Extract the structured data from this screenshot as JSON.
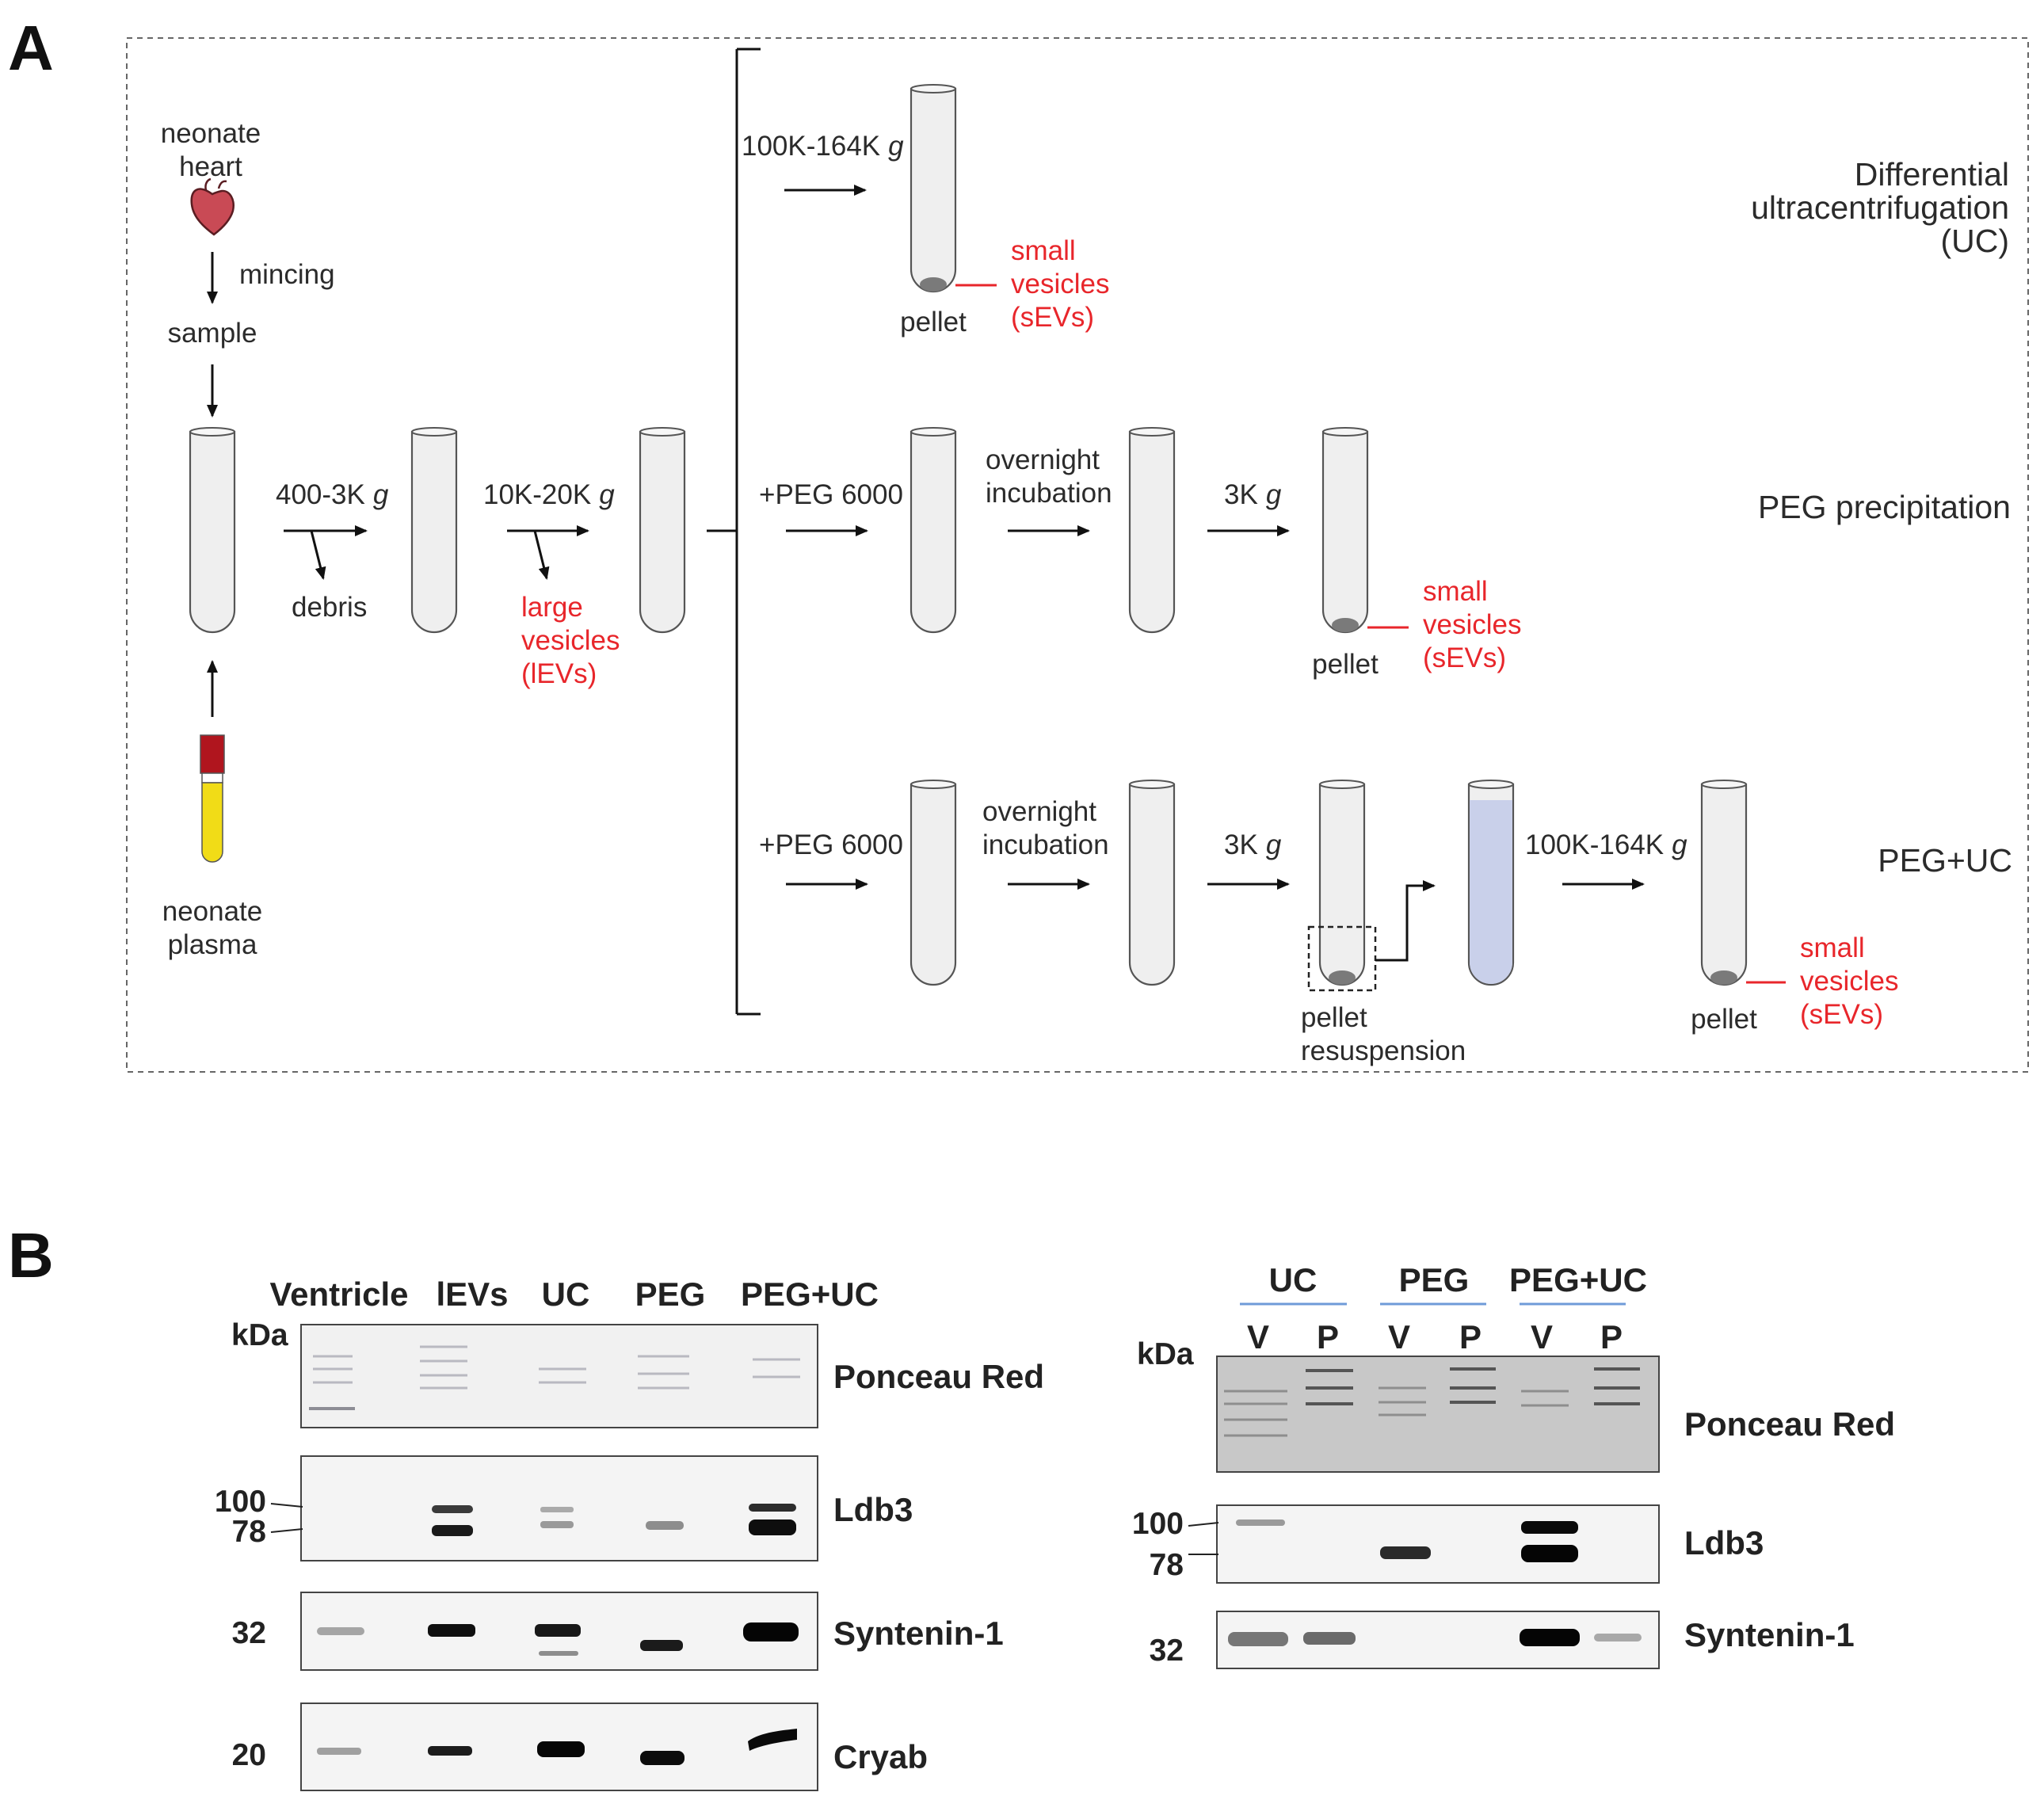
{
  "panels": {
    "a": "A",
    "b": "B"
  },
  "workflow": {
    "heart": "neonate\nheart",
    "mincing": "mincing",
    "sample": "sample",
    "plasma": "neonate\nplasma",
    "step1_speed": "400-3K",
    "step1_unit": "g",
    "debris": "debris",
    "step2_speed": "10K-20K",
    "step2_unit": "g",
    "large_vesicles": "large\nvesicles\n(lEVs)",
    "g_unit": "g"
  },
  "uc_branch": {
    "title": "Differential\nultracentrifugation\n(UC)",
    "speed": "100K-164K",
    "pellet": "pellet",
    "svs": "small\nvesicles\n(sEVs)"
  },
  "peg_branch": {
    "title": "PEG precipitation",
    "add": "+PEG 6000",
    "incubation": "overnight\nincubation",
    "spin": "3K",
    "pellet": "pellet",
    "svs": "small\nvesicles\n(sEVs)"
  },
  "peguc_branch": {
    "title": "PEG+UC",
    "add": "+PEG 6000",
    "incubation": "overnight\nincubation",
    "spin": "3K",
    "resuspension": "pellet\nresuspension",
    "speed": "100K-164K",
    "pellet": "pellet",
    "svs": "small\nvesicles\n(sEVs)"
  },
  "blots_left": {
    "kda": "kDa",
    "lanes": [
      "Ventricle",
      "lEVs",
      "UC",
      "PEG",
      "PEG+UC"
    ],
    "rows": [
      {
        "name": "Ponceau Red",
        "markers": []
      },
      {
        "name": "Ldb3",
        "markers": [
          "100",
          "78"
        ]
      },
      {
        "name": "Syntenin-1",
        "markers": [
          "32"
        ]
      },
      {
        "name": "Cryab",
        "markers": [
          "20"
        ]
      }
    ]
  },
  "blots_right": {
    "kda": "kDa",
    "groups": [
      "UC",
      "PEG",
      "PEG+UC"
    ],
    "lanes": [
      "V",
      "P",
      "V",
      "P",
      "V",
      "P"
    ],
    "rows": [
      {
        "name": "Ponceau Red",
        "markers": []
      },
      {
        "name": "Ldb3",
        "markers": [
          "100",
          "78"
        ]
      },
      {
        "name": "Syntenin-1",
        "markers": [
          "32"
        ]
      }
    ]
  },
  "colors": {
    "accent_red": "#e8262b",
    "tube_fill": "#efefef",
    "resuspended_fill": "#c9d0ea",
    "heart": "#c94a55",
    "plasma_yellow": "#f1dc17",
    "cap_red": "#b0151e",
    "group_underline": "#6f9bd8"
  }
}
